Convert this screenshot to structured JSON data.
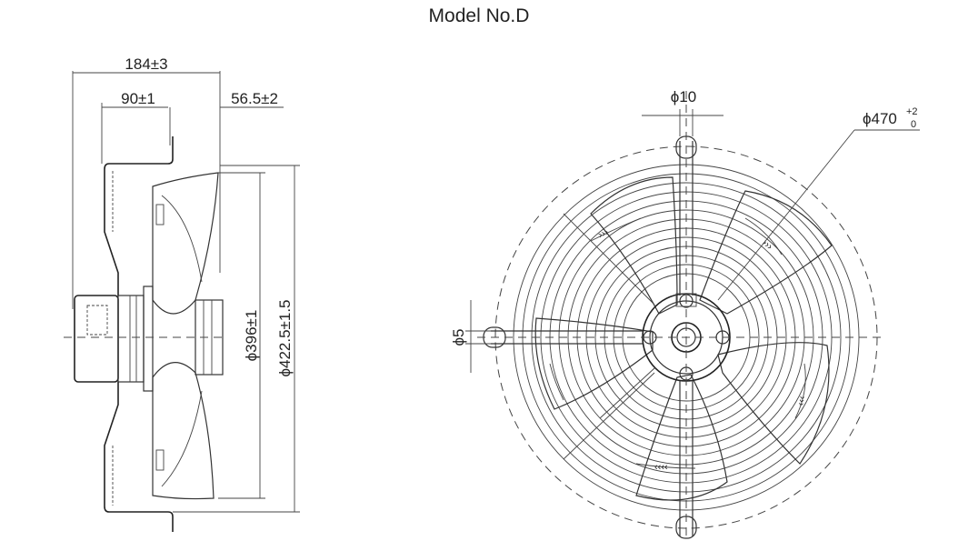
{
  "title": "Model No.D",
  "side_view": {
    "overall_depth": "184±3",
    "motor_depth": "90±1",
    "blade_offset": "56.5±2",
    "impeller_diameter": "ϕ396±1",
    "guard_diameter": "ϕ422.5±1.5"
  },
  "front_view": {
    "hub_hole": "ϕ10",
    "outer_diameter": "ϕ470",
    "outer_diameter_tol_upper": "+2",
    "outer_diameter_tol_lower": "0",
    "mount_hole": "ϕ5"
  }
}
